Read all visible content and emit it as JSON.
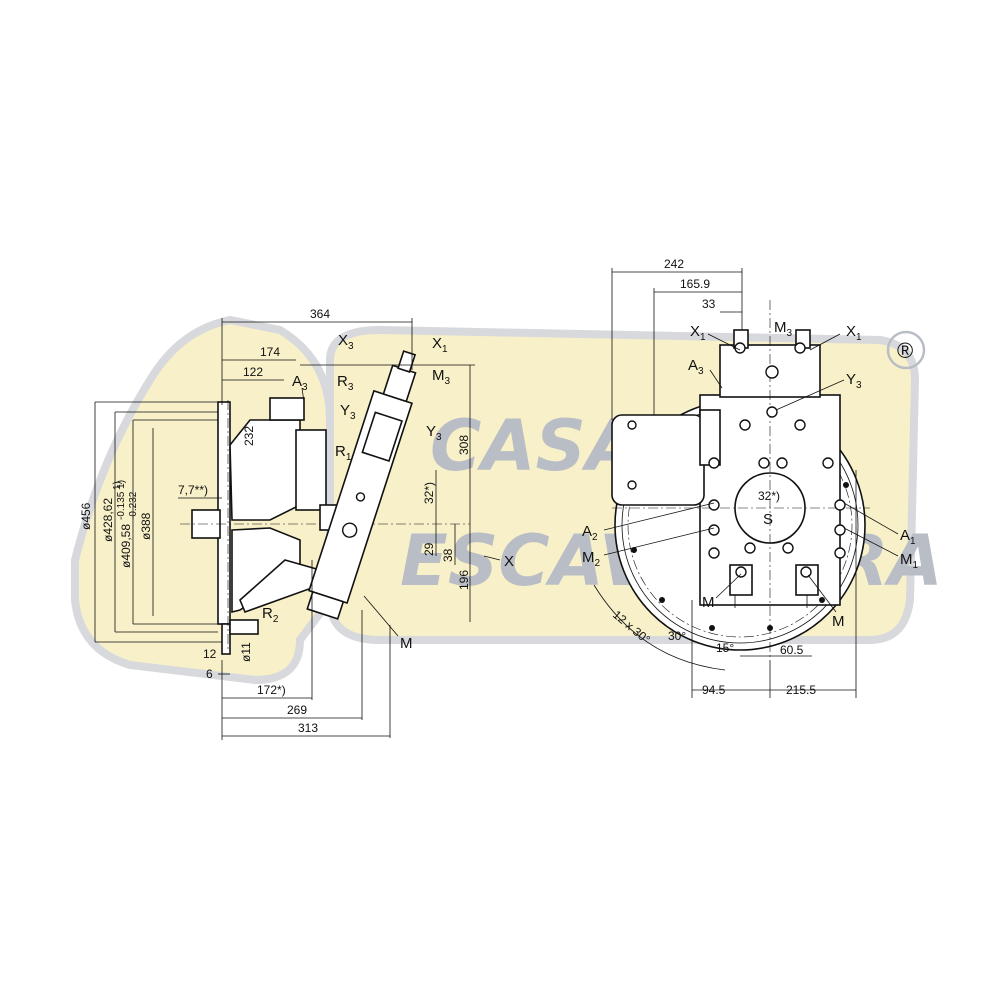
{
  "watermark": {
    "line1": "CASA DA",
    "line2": "ESCAVADEIRA",
    "registered": "®",
    "colors": {
      "shape": "#f7f0c8",
      "shape_border": "#d7d9dd",
      "text": "#b9bec6"
    }
  },
  "side_view": {
    "dimensions": {
      "d364": "364",
      "d174": "174",
      "d122": "122",
      "d232": "232",
      "d308": "308",
      "d196": "196",
      "d38": "38",
      "d29": "29",
      "d32": "32*)",
      "d77": "7,7**)",
      "d456": "ø456",
      "d428": "ø428,62",
      "d428_sup": "1)",
      "d409": "ø409,58",
      "d409_tol": "-0.135 1)",
      "d409_tol2": "-0.232",
      "d388": "ø388",
      "d12": "12",
      "d6": "6",
      "d11": "ø11",
      "d172": "172*)",
      "d269": "269",
      "d313": "313"
    },
    "ports": {
      "A3": {
        "main": "A",
        "sub": "3"
      },
      "R3": {
        "main": "R",
        "sub": "3"
      },
      "R1": {
        "main": "R",
        "sub": "1"
      },
      "R2": {
        "main": "R",
        "sub": "2"
      },
      "X3": {
        "main": "X",
        "sub": "3"
      },
      "X1": {
        "main": "X",
        "sub": "1"
      },
      "M3": {
        "main": "M",
        "sub": "3"
      },
      "Y3a": {
        "main": "Y",
        "sub": "3"
      },
      "Y3b": {
        "main": "Y",
        "sub": "3"
      },
      "M": {
        "main": "M",
        "sub": ""
      },
      "X": "X"
    }
  },
  "front_view": {
    "dimensions": {
      "d242": "242",
      "d1659": "165.9",
      "d33": "33",
      "d945": "94.5",
      "d2155": "215.5",
      "d605": "60.5",
      "d15": "15°",
      "d30": "30°",
      "d12x30": "12 x 30°",
      "d32": "32*)"
    },
    "ports": {
      "X1a": {
        "main": "X",
        "sub": "1"
      },
      "X1b": {
        "main": "X",
        "sub": "1"
      },
      "M3": {
        "main": "M",
        "sub": "3"
      },
      "A3": {
        "main": "A",
        "sub": "3"
      },
      "Y3": {
        "main": "Y",
        "sub": "3"
      },
      "A2": {
        "main": "A",
        "sub": "2"
      },
      "M2": {
        "main": "M",
        "sub": "2"
      },
      "A1": {
        "main": "A",
        "sub": "1"
      },
      "M1": {
        "main": "M",
        "sub": "1"
      },
      "S": "S",
      "Ma": "M",
      "Mb": "M"
    }
  }
}
